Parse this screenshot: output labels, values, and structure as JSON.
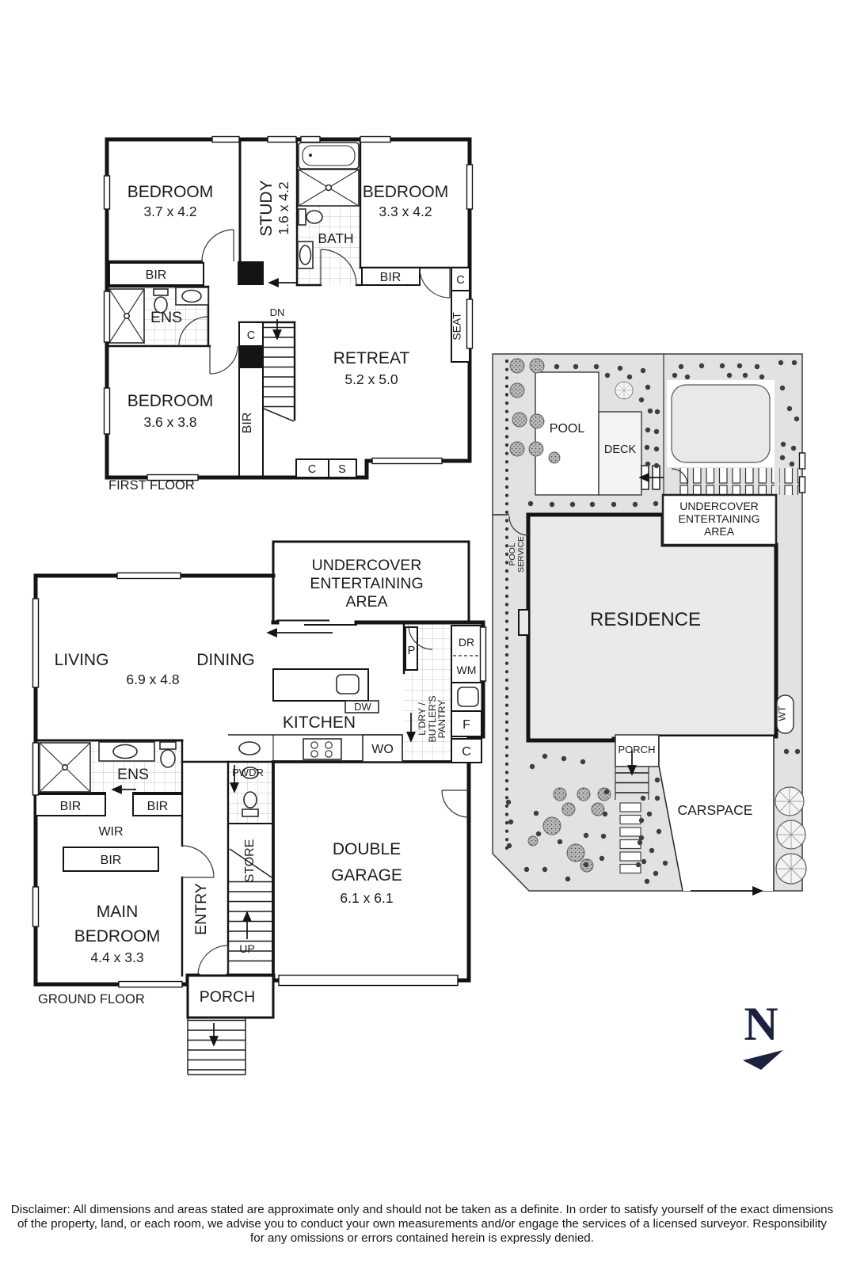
{
  "colors": {
    "walls": "#141414",
    "site_fill": "#e2e2e2",
    "residence_fill": "#eaeaea",
    "compass": "#1c2142"
  },
  "first_floor": {
    "caption": "FIRST FLOOR",
    "bedroom_tl_name": "BEDROOM",
    "bedroom_tl_dims": "3.7 x 4.2",
    "study_name": "STUDY",
    "study_dims": "1.6 x 4.2",
    "bath": "BATH",
    "bedroom_tr_name": "BEDROOM",
    "bedroom_tr_dims": "3.3 x 4.2",
    "bedroom_bl_name": "BEDROOM",
    "bedroom_bl_dims": "3.6 x 3.8",
    "retreat_name": "RETREAT",
    "retreat_dims": "5.2 x 5.0",
    "bir_tl": "BIR",
    "ens": "ENS",
    "bir_tr": "BIR",
    "closet_tr": "C",
    "seat": "SEAT",
    "closet_mid": "C",
    "bir_mid": "BIR",
    "dn": "DN",
    "closet_bottom": "C",
    "store_bottom": "S"
  },
  "ground_floor": {
    "caption": "GROUND FLOOR",
    "uea_line1": "UNDERCOVER",
    "uea_line2": "ENTERTAINING",
    "uea_line3": "AREA",
    "living": "LIVING",
    "dining": "DINING",
    "living_dims": "6.9 x 4.8",
    "kitchen": "KITCHEN",
    "dw": "DW",
    "wo": "WO",
    "pantry": "P",
    "dr": "DR",
    "wm": "WM",
    "ldry1": "L'DRY /",
    "ldry2": "BUTLER'S",
    "ldry3": "PANTRY",
    "fridge": "F",
    "cupboard": "C",
    "pwdr": "PWDR",
    "store": "STORE",
    "entry": "ENTRY",
    "up": "UP",
    "ens": "ENS",
    "bir_left": "BIR",
    "bir_right": "BIR",
    "wir": "WIR",
    "bir_bed": "BIR",
    "main_bed1": "MAIN",
    "main_bed2": "BEDROOM",
    "main_bed_dims": "4.4 x 3.3",
    "garage1": "DOUBLE",
    "garage2": "GARAGE",
    "garage_dims": "6.1 x 6.1",
    "porch": "PORCH"
  },
  "site_plan": {
    "pool": "POOL",
    "deck": "DECK",
    "uea_line1": "UNDERCOVER",
    "uea_line2": "ENTERTAINING",
    "uea_line3": "AREA",
    "pool_service1": "POOL",
    "pool_service2": "SERVICE",
    "residence": "RESIDENCE",
    "porch": "PORCH",
    "carspace": "CARSPACE",
    "wt": "WT"
  },
  "compass": {
    "n": "N"
  },
  "disclaimer": {
    "line1": "Disclaimer: All dimensions and areas stated are approximate only and should not be taken as a definite. In order to satisfy yourself of the exact dimensions",
    "line2": "of the property, land, or each room, we advise you to conduct your own measurements and/or engage the services of a licensed surveyor. Responsibility",
    "line3": "for any omissions or errors contained herein is expressly denied."
  }
}
